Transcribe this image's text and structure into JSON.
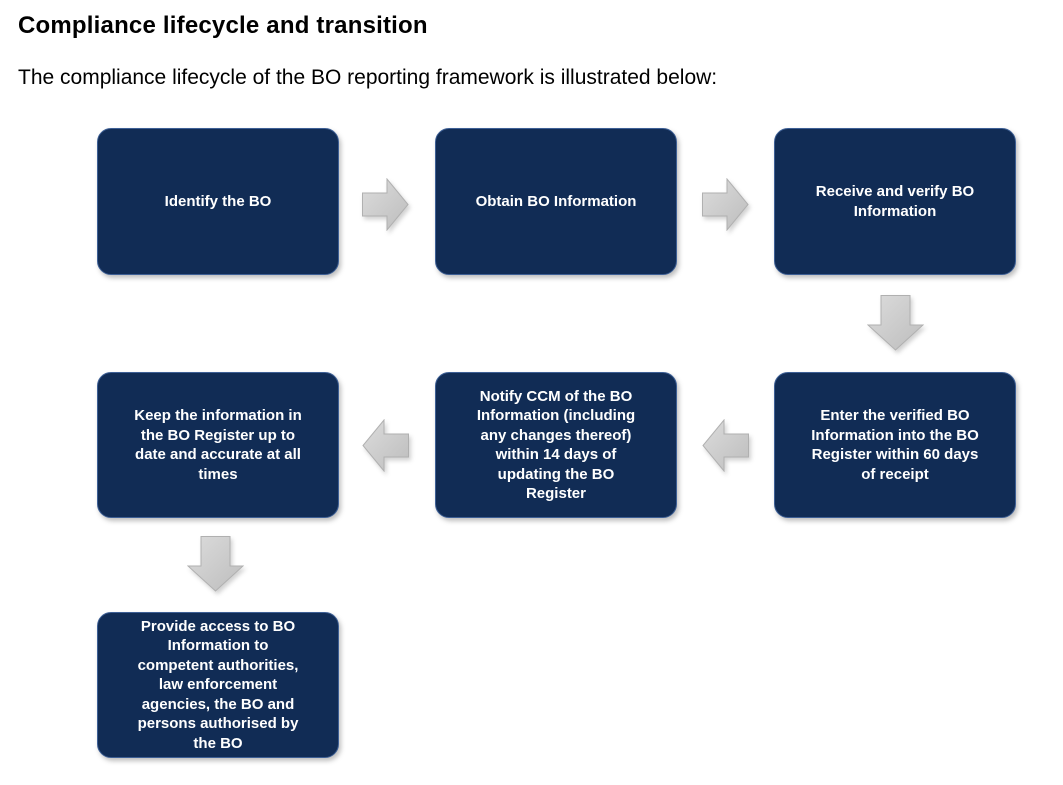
{
  "page": {
    "title": "Compliance lifecycle and transition",
    "subtitle": "The compliance lifecycle of the BO reporting framework is illustrated below:"
  },
  "colors": {
    "box_fill": "#112c55",
    "box_border_highlight": "#3d5f95",
    "box_text": "#ffffff",
    "arrow_fill_light": "#d9d9d9",
    "arrow_fill_dark": "#bfbfbf",
    "arrow_border": "#b0b0b0",
    "background": "#ffffff",
    "heading_text": "#000000"
  },
  "flow": {
    "boxes": [
      {
        "id": "identify-bo",
        "step": 1,
        "label": "Identify the BO"
      },
      {
        "id": "obtain-bo-information",
        "step": 2,
        "label": "Obtain BO Information"
      },
      {
        "id": "receive-verify-bo-information",
        "step": 3,
        "label": "Receive and verify BO\nInformation"
      },
      {
        "id": "enter-verified-bo-information",
        "step": 4,
        "label": "Enter the verified BO\nInformation into the BO\nRegister within 60 days\nof receipt"
      },
      {
        "id": "notify-ccm",
        "step": 5,
        "label": "Notify CCM of the BO\nInformation (including\nany changes thereof)\nwithin 14 days of\nupdating the BO\nRegister"
      },
      {
        "id": "keep-register-up-to-date",
        "step": 6,
        "label": "Keep the information in\nthe BO Register up to\ndate and accurate at all\ntimes"
      },
      {
        "id": "provide-access-to-bo-information",
        "step": 7,
        "label": "Provide access to BO\nInformation to\ncompetent authorities,\nlaw enforcement\nagencies, the BO and\npersons authorised by\nthe BO"
      }
    ],
    "arrows": [
      {
        "from": 1,
        "to": 2,
        "direction": "right"
      },
      {
        "from": 2,
        "to": 3,
        "direction": "right"
      },
      {
        "from": 3,
        "to": 4,
        "direction": "down"
      },
      {
        "from": 4,
        "to": 5,
        "direction": "left"
      },
      {
        "from": 5,
        "to": 6,
        "direction": "left"
      },
      {
        "from": 6,
        "to": 7,
        "direction": "down"
      }
    ]
  }
}
